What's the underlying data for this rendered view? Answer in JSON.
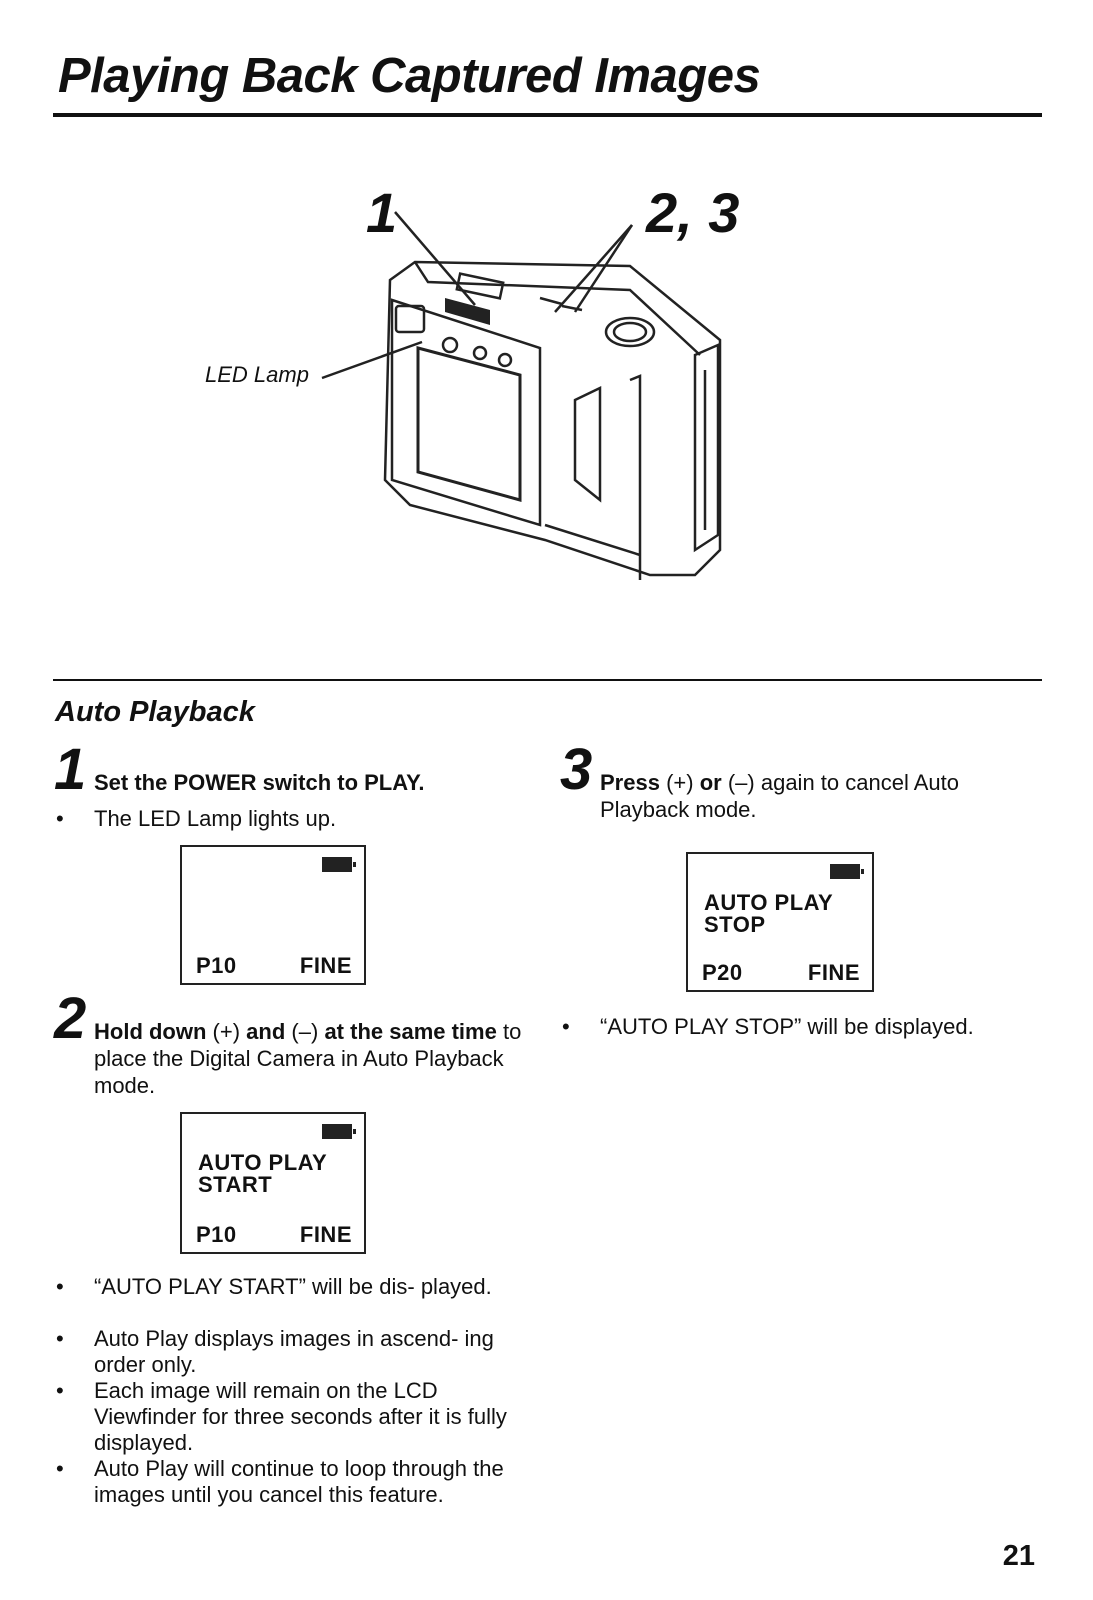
{
  "title": "Playing Back Captured Images",
  "figure": {
    "callout_1": "1",
    "callout_23": "2, 3",
    "led_label": "LED Lamp"
  },
  "section_heading": "Auto Playback",
  "step1": {
    "num": "1",
    "text": "Set the POWER switch to PLAY.",
    "bullet": "The LED Lamp lights up.",
    "lcd": {
      "message_line1": "",
      "message_line2": "",
      "code": "P10",
      "quality": "FINE"
    }
  },
  "step2": {
    "num": "2",
    "bold_part1": "Hold down",
    "plus": "(+)",
    "bold_and": "and",
    "minus": "(–)",
    "bold_part2": "at the same time",
    "text_rest": "to place the Digital Camera in Auto Playback mode.",
    "lcd": {
      "message_line1": "AUTO PLAY",
      "message_line2": "START",
      "code": "P10",
      "quality": "FINE"
    },
    "bullets": [
      "“AUTO PLAY START” will be dis- played.",
      "Auto Play displays images in ascend- ing order only.",
      "Each image will remain on the LCD Viewfinder for three seconds after it is fully displayed.",
      "Auto Play will continue to loop through the images until you cancel this feature."
    ]
  },
  "step3": {
    "num": "3",
    "bold_press": "Press",
    "plus": "(+)",
    "bold_or": "or",
    "minus": "(–)",
    "text_rest": "again to cancel Auto Playback mode.",
    "lcd": {
      "message_line1": "AUTO PLAY",
      "message_line2": "STOP",
      "code": "P20",
      "quality": "FINE"
    },
    "bullet": "“AUTO PLAY STOP” will be displayed."
  },
  "page_number": "21",
  "icons": [
    "battery-icon",
    "camera-illustration",
    "leader-arrow-icon"
  ]
}
